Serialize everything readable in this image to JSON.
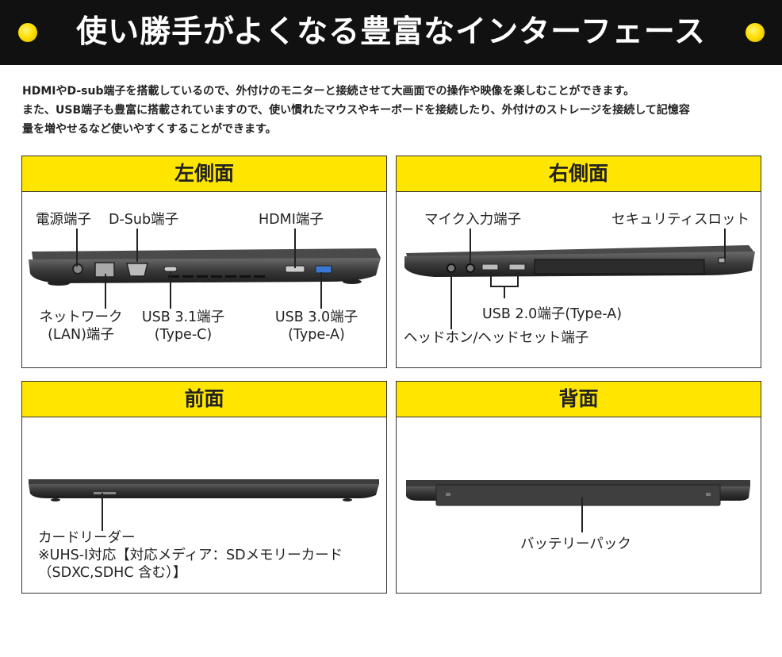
{
  "banner": {
    "title": "使い勝手がよくなる豊富なインターフェース"
  },
  "intro": {
    "lines": [
      "HDMIやD-sub端子を搭載しているので、外付けのモニターと接続させて大画面での操作や映像を楽しむことができます。",
      "また、USB端子も豊富に搭載されていますので、使い慣れたマウスやキーボードを接続したり、外付けのストレージを接続して記憶容",
      "量を増やせるなど使いやすくすることができます。"
    ]
  },
  "panels": {
    "left": {
      "title": "左側面",
      "labels": {
        "power": "電源端子",
        "dsub": "D-Sub端子",
        "hdmi": "HDMI端子",
        "lan_1": "ネットワーク",
        "lan_2": "(LAN)端子",
        "usb31_1": "USB 3.1端子",
        "usb31_2": "(Type-C)",
        "usb30_1": "USB 3.0端子",
        "usb30_2": "(Type-A)"
      }
    },
    "right": {
      "title": "右側面",
      "labels": {
        "mic": "マイク入力端子",
        "security": "セキュリティスロット",
        "usb20": "USB 2.0端子(Type-A)",
        "headphone": "ヘッドホン/ヘッドセット端子"
      }
    },
    "front": {
      "title": "前面",
      "labels": {
        "card_1": "カードリーダー",
        "card_2": "※UHS-I対応【対応メディア：SDメモリーカード",
        "card_3": "（SDXC,SDHC 含む）】"
      }
    },
    "back": {
      "title": "背面",
      "labels": {
        "battery": "バッテリーパック"
      }
    }
  },
  "colors": {
    "accent": "#ffe600",
    "banner_bg": "#111111",
    "dot": "#ffe000"
  }
}
